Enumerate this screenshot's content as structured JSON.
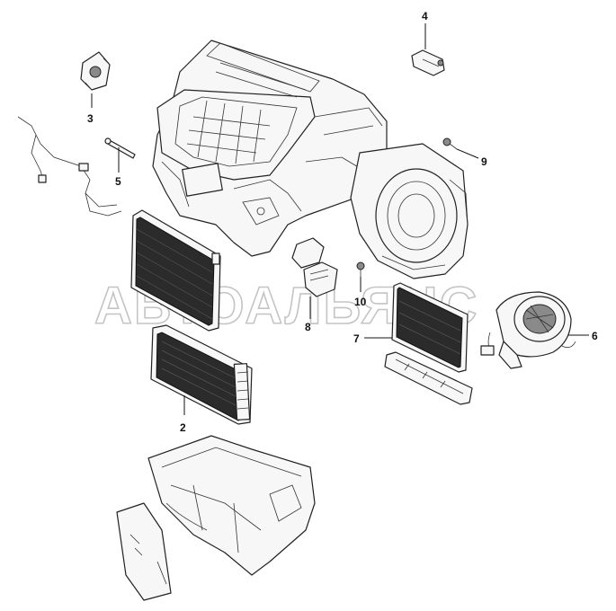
{
  "watermark": "АВТОАЛЬЯНС",
  "callouts": {
    "c1": "2",
    "c2": "3",
    "c3": "4",
    "c4": "5",
    "c5": "6",
    "c6": "7",
    "c7": "8",
    "c8": "9",
    "c9": "10"
  }
}
